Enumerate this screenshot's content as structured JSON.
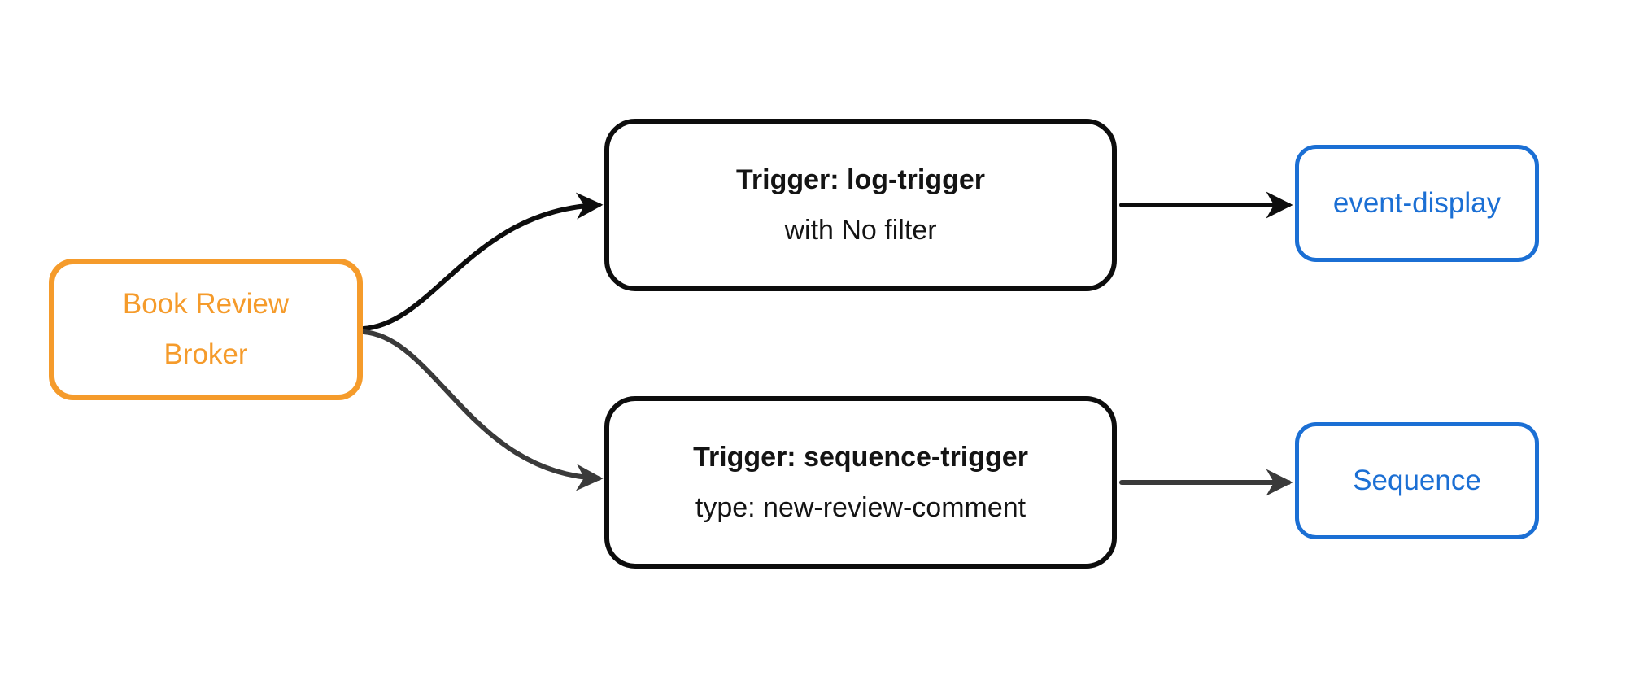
{
  "diagram_type": "flowchart",
  "colors": {
    "background": "#ffffff",
    "broker_accent": "#f59b2b",
    "trigger_border": "#0d0d0d",
    "trigger_text": "#141414",
    "blue_accent": "#1b6fd4",
    "edge_primary": "#0d0d0d",
    "edge_secondary": "#3a3a3a"
  },
  "nodes": {
    "broker": {
      "lines": [
        "Book Review",
        "Broker"
      ]
    },
    "log_trigger": {
      "title": "Trigger: log-trigger",
      "subtitle": "with No filter"
    },
    "sequence_trigger": {
      "title": "Trigger: sequence-trigger",
      "subtitle": "type: new-review-comment"
    },
    "event_display": {
      "label": "event-display"
    },
    "sequence": {
      "label": "Sequence"
    }
  },
  "edges": [
    {
      "from": "broker",
      "to": "log_trigger"
    },
    {
      "from": "log_trigger",
      "to": "event_display"
    },
    {
      "from": "broker",
      "to": "sequence_trigger"
    },
    {
      "from": "sequence_trigger",
      "to": "sequence"
    }
  ]
}
